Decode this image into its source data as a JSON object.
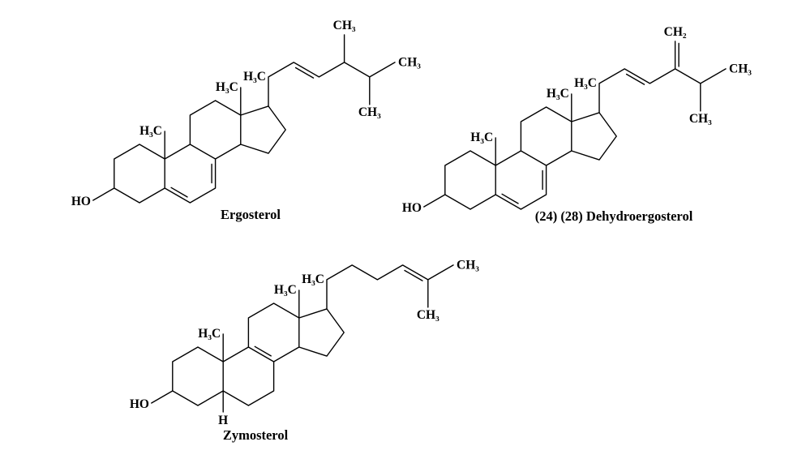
{
  "figure": {
    "background": "#ffffff",
    "line_color": "#000000",
    "molecules": [
      {
        "name": "Ergosterol",
        "labels": {
          "hydroxyl": "HO",
          "c19_methyl": "H₃C",
          "c18_methyl": "H₃C",
          "c21_methyl": "H₃C",
          "c28_methyl": "CH₃",
          "c26_methyl": "CH₃",
          "c27_methyl": "CH₃"
        }
      },
      {
        "name": "(24) (28) Dehydroergosterol",
        "labels": {
          "hydroxyl": "HO",
          "c19_methyl": "H₃C",
          "c18_methyl": "H₃C",
          "c21_methyl": "H₃C",
          "c28_methylene": "CH₂",
          "c26_methyl": "CH₃",
          "c27_methyl": "CH₃"
        }
      },
      {
        "name": "Zymosterol",
        "labels": {
          "hydroxyl": "HO",
          "c5_hydrogen": "H",
          "c19_methyl": "H₃C",
          "c18_methyl": "H₃C",
          "c21_methyl": "H₃C",
          "c26_methyl": "CH₃",
          "c27_methyl": "CH₃"
        }
      }
    ]
  }
}
